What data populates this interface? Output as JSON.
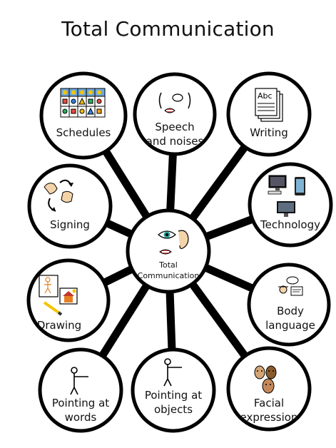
{
  "title": "Total Communication",
  "center": {
    "line1": "Total",
    "line2": "Communication"
  },
  "nodes": [
    {
      "id": "schedules",
      "line1": "Schedules",
      "line2": ""
    },
    {
      "id": "speech",
      "line1": "Speech",
      "line2": "and noises"
    },
    {
      "id": "writing",
      "line1": "Writing",
      "line2": ""
    },
    {
      "id": "signing",
      "line1": "Signing",
      "line2": ""
    },
    {
      "id": "technology",
      "line1": "Technology",
      "line2": ""
    },
    {
      "id": "drawing",
      "line1": "Drawing",
      "line2": ""
    },
    {
      "id": "body",
      "line1": "Body",
      "line2": "language"
    },
    {
      "id": "pointing-words",
      "line1": "Pointing at",
      "line2": "words"
    },
    {
      "id": "pointing-objects",
      "line1": "Pointing at",
      "line2": "objects"
    },
    {
      "id": "facial",
      "line1": "Facial",
      "line2": "expression"
    }
  ],
  "icon_sign_text": "Abc",
  "icons": [
    "calendar-grid-icon",
    "mouth-speech-icon",
    "paper-writing-icon",
    "hands-signing-icon",
    "computer-phone-icon",
    "drawing-pencil-icon",
    "person-speaking-icon",
    "pointing-person-icon",
    "pointing-person-icon",
    "faces-icon",
    "eye-ear-mouth-icon"
  ]
}
